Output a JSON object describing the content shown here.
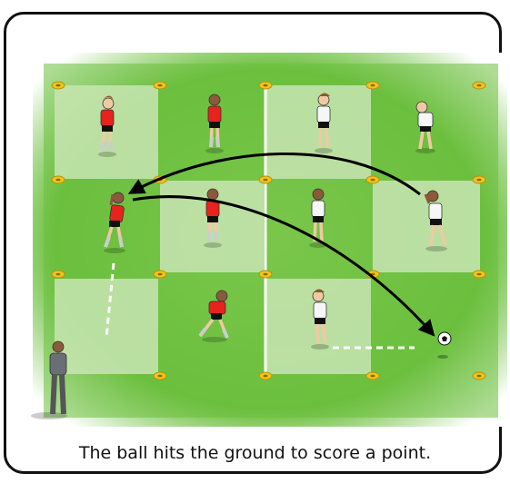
{
  "caption": "The ball hits the ground to score a point.",
  "colors": {
    "pitch": "#6cbf3e",
    "zone_light": "#c8e5b3",
    "team_red": "#e8221c",
    "team_white": "#f6f6f6",
    "cone": "#f2c31b",
    "coach": "#6a6f73",
    "line": "#ffffff",
    "arrow": "#000000"
  },
  "elements": {
    "zones": "light grid squares",
    "players_red": 5,
    "players_white": 5,
    "coach": 1,
    "ball": 1,
    "icons": [
      "cone-icon",
      "player-icon",
      "ball-icon",
      "coach-icon",
      "arrow-icon"
    ]
  }
}
